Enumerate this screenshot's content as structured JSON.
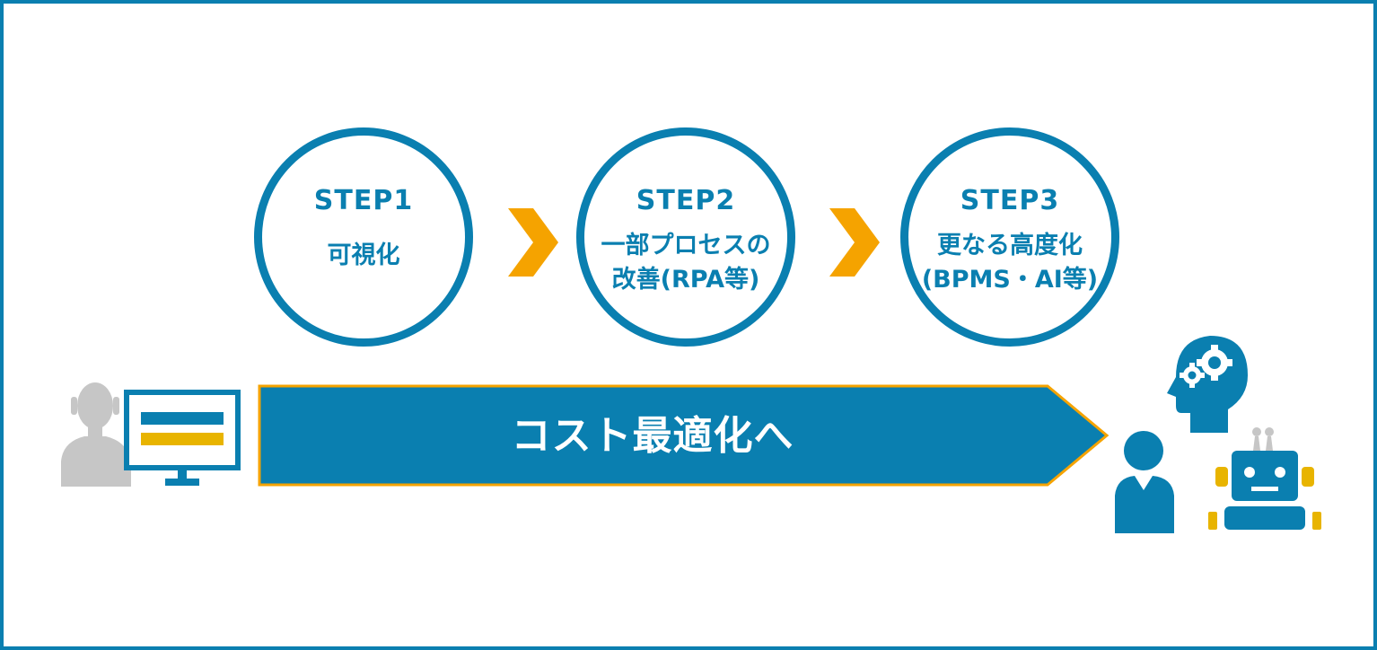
{
  "steps": [
    {
      "title": "STEP1",
      "desc": "可視化"
    },
    {
      "title": "STEP2",
      "desc": "一部プロセスの\n改善(RPA等)"
    },
    {
      "title": "STEP3",
      "desc": "更なる高度化\n(BPMS・AI等)"
    }
  ],
  "banner": {
    "label": "コスト最適化へ"
  },
  "icons": {
    "left": [
      "person-silhouette-icon",
      "monitor-icon"
    ],
    "right": [
      "ai-head-gears-icon",
      "person-icon",
      "robot-icon"
    ]
  },
  "colors": {
    "primary_blue": "#0a7fb0",
    "accent_orange": "#f5a300",
    "accent_yellow": "#e8b400",
    "gray": "#c6c6c6"
  }
}
